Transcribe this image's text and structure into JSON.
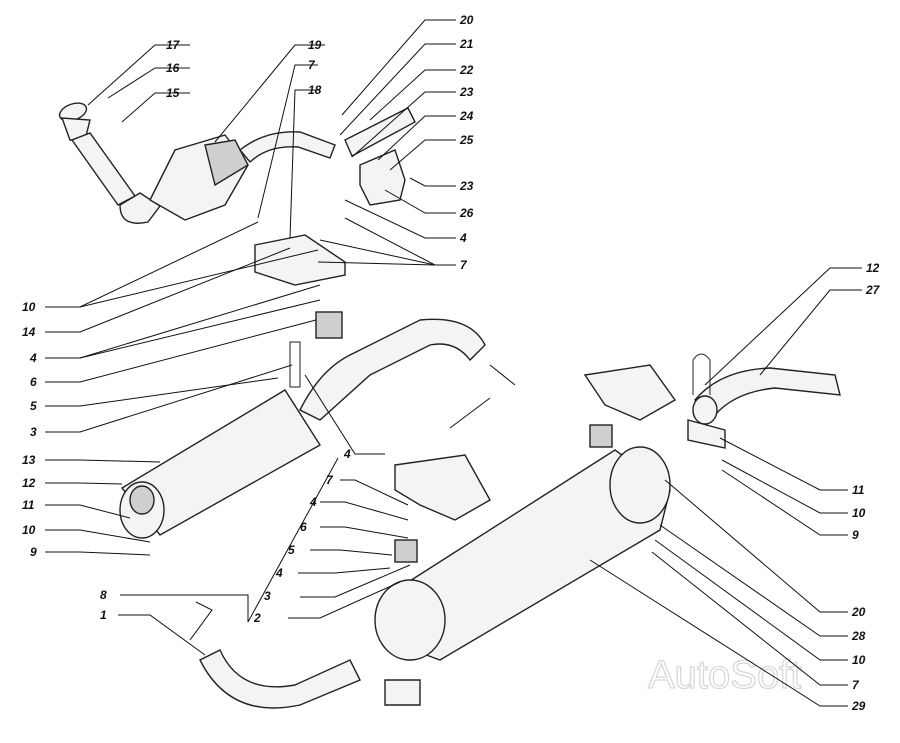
{
  "watermark": "AutoSoft",
  "callouts": [
    {
      "id": "c17",
      "text": "17"
    },
    {
      "id": "c16",
      "text": "16"
    },
    {
      "id": "c15",
      "text": "15"
    },
    {
      "id": "c19",
      "text": "19"
    },
    {
      "id": "c7a",
      "text": "7"
    },
    {
      "id": "c18",
      "text": "18"
    },
    {
      "id": "c20a",
      "text": "20"
    },
    {
      "id": "c21",
      "text": "21"
    },
    {
      "id": "c22",
      "text": "22"
    },
    {
      "id": "c23a",
      "text": "23"
    },
    {
      "id": "c24",
      "text": "24"
    },
    {
      "id": "c25",
      "text": "25"
    },
    {
      "id": "c23b",
      "text": "23"
    },
    {
      "id": "c26",
      "text": "26"
    },
    {
      "id": "c4a",
      "text": "4"
    },
    {
      "id": "c7b",
      "text": "7"
    },
    {
      "id": "c10a",
      "text": "10"
    },
    {
      "id": "c14",
      "text": "14"
    },
    {
      "id": "c4b",
      "text": "4"
    },
    {
      "id": "c6a",
      "text": "6"
    },
    {
      "id": "c5a",
      "text": "5"
    },
    {
      "id": "c3a",
      "text": "3"
    },
    {
      "id": "c4c",
      "text": "4"
    },
    {
      "id": "c13",
      "text": "13"
    },
    {
      "id": "c12a",
      "text": "12"
    },
    {
      "id": "c11a",
      "text": "11"
    },
    {
      "id": "c10b",
      "text": "10"
    },
    {
      "id": "c9a",
      "text": "9"
    },
    {
      "id": "c7c",
      "text": "7"
    },
    {
      "id": "c4d",
      "text": "4"
    },
    {
      "id": "c6b",
      "text": "6"
    },
    {
      "id": "c5b",
      "text": "5"
    },
    {
      "id": "c4e",
      "text": "4"
    },
    {
      "id": "c3b",
      "text": "3"
    },
    {
      "id": "c2",
      "text": "2"
    },
    {
      "id": "c8",
      "text": "8"
    },
    {
      "id": "c1",
      "text": "1"
    },
    {
      "id": "c12b",
      "text": "12"
    },
    {
      "id": "c27",
      "text": "27"
    },
    {
      "id": "c11b",
      "text": "11"
    },
    {
      "id": "c10c",
      "text": "10"
    },
    {
      "id": "c9b",
      "text": "9"
    },
    {
      "id": "c20b",
      "text": "20"
    },
    {
      "id": "c28",
      "text": "28"
    },
    {
      "id": "c10d",
      "text": "10"
    },
    {
      "id": "c7d",
      "text": "7"
    },
    {
      "id": "c29",
      "text": "29"
    }
  ]
}
